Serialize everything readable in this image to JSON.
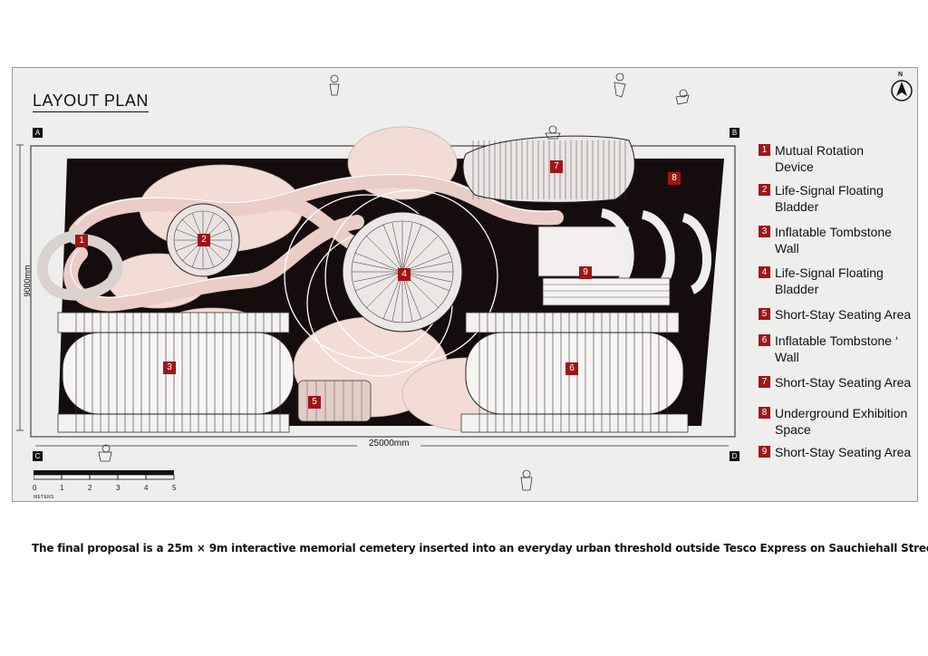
{
  "title": "LAYOUT PLAN",
  "corners": [
    "A",
    "B",
    "C",
    "D"
  ],
  "dimensions": {
    "width": "25000mm",
    "depth": "9000mm"
  },
  "north": "N",
  "scale": {
    "ticks": [
      "0",
      "1",
      "2",
      "3",
      "4",
      "5"
    ],
    "unit": "METERS"
  },
  "plan_markers": [
    "1",
    "2",
    "3",
    "4",
    "5",
    "6",
    "7",
    "8",
    "9"
  ],
  "legend": [
    {
      "num": "1",
      "lines": [
        "Mutual Rotation",
        "Device"
      ]
    },
    {
      "num": "2",
      "lines": [
        "Life-Signal Floating",
        "Bladder"
      ]
    },
    {
      "num": "3",
      "lines": [
        "Inflatable Tombstone",
        "Wall"
      ]
    },
    {
      "num": "4",
      "lines": [
        "Life-Signal Floating",
        "Bladder"
      ]
    },
    {
      "num": "5",
      "lines": [
        "Short-Stay Seating Area"
      ]
    },
    {
      "num": "6",
      "lines": [
        "Inflatable Tombstone ‘",
        "Wall"
      ]
    },
    {
      "num": "7",
      "lines": [
        "Short-Stay Seating Area"
      ]
    },
    {
      "num": "8",
      "lines": [
        "Underground Exhibition",
        "Space"
      ]
    },
    {
      "num": "9",
      "lines": [
        "Short-Stay Seating Area"
      ]
    }
  ],
  "caption": "The final proposal is a 25m × 9m interactive memorial cemetery inserted into an everyday urban threshold outside Tesco Express on Sauchiehall Street.",
  "colors": {
    "accent": "#a01418",
    "plan_dark": "#140c0c",
    "pink": "#f3dcd6",
    "panel": "#eeeeec"
  }
}
